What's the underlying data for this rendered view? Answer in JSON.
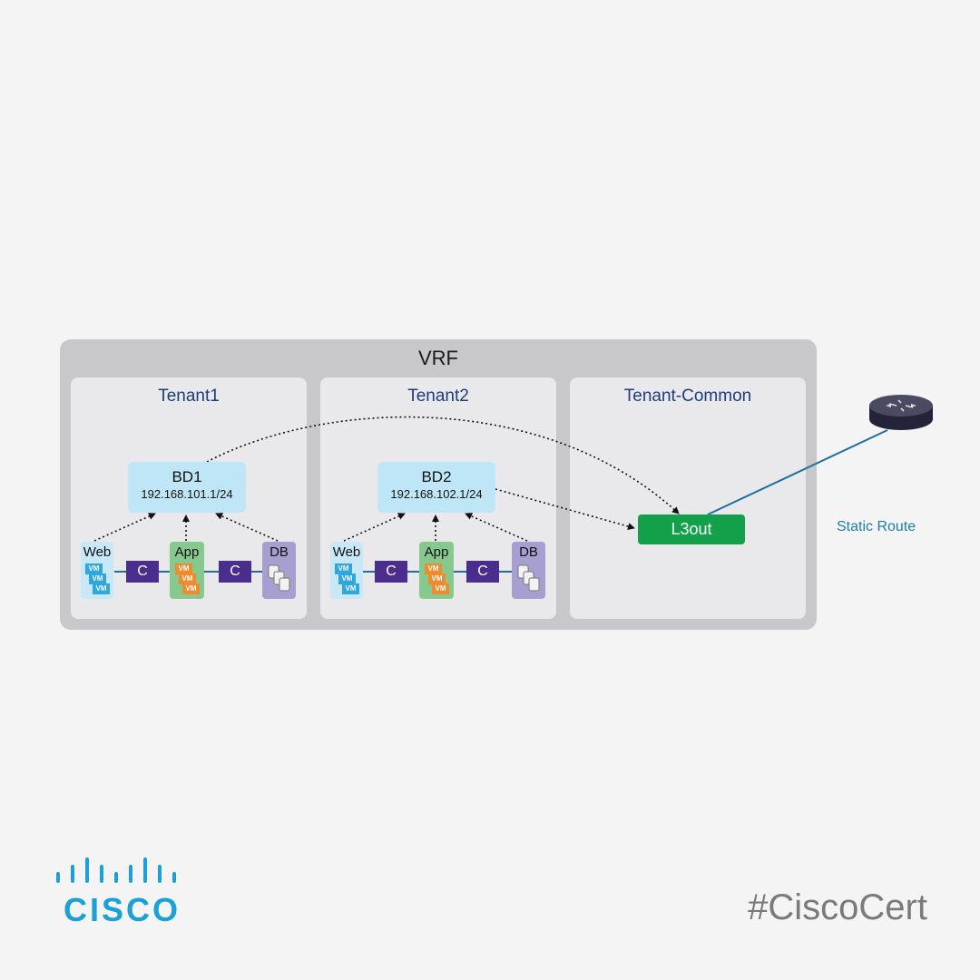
{
  "vrf": {
    "title": "VRF"
  },
  "tenants": [
    {
      "title": "Tenant1",
      "bd": {
        "name": "BD1",
        "subnet": "192.168.101.1/24"
      },
      "epgs": {
        "web": "Web",
        "app": "App",
        "db": "DB"
      },
      "contracts": [
        "C",
        "C"
      ]
    },
    {
      "title": "Tenant2",
      "bd": {
        "name": "BD2",
        "subnet": "192.168.102.1/24"
      },
      "epgs": {
        "web": "Web",
        "app": "App",
        "db": "DB"
      },
      "contracts": [
        "C",
        "C"
      ]
    },
    {
      "title": "Tenant-Common"
    }
  ],
  "vm_label": "VM",
  "l3out": {
    "label": "L3out"
  },
  "router": {
    "icon": "router-icon"
  },
  "static_route": {
    "label": "Static Route"
  },
  "brand": {
    "logo_text": "CISCO",
    "hashtag": "#CiscoCert"
  },
  "colors": {
    "vrf": "#c8c8ca",
    "tenant": "#e9e9eb",
    "bd": "#bfe6f6",
    "contract": "#4a2d8c",
    "l3out": "#13a04a",
    "link": "#1e6fa0",
    "web_vm": "#2ea6de",
    "app_vm": "#f08a2c",
    "db": "#a79fd0",
    "cisco_blue": "#1ba0d7"
  }
}
